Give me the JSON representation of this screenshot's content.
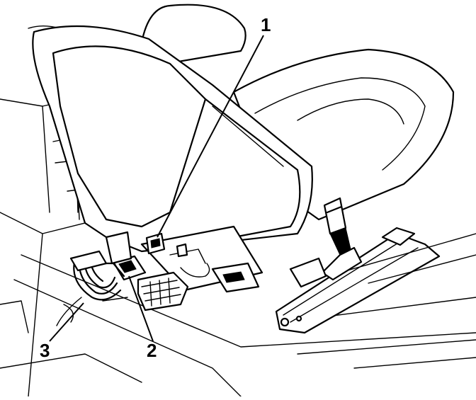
{
  "callouts": [
    {
      "id": 1,
      "label": "1"
    },
    {
      "id": 2,
      "label": "2"
    },
    {
      "id": 3,
      "label": "3"
    }
  ],
  "colors": {
    "line": "#000000",
    "background": "#ffffff"
  }
}
